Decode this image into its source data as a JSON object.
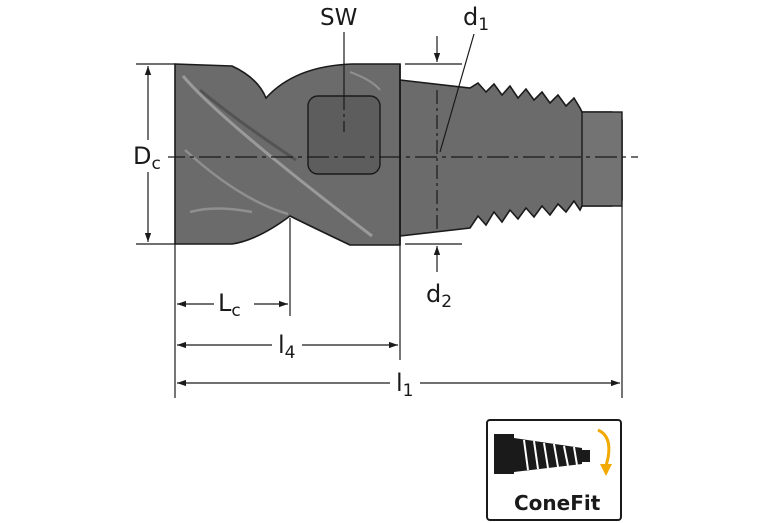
{
  "labels": {
    "sw": "SW",
    "d1": {
      "main": "d",
      "sub": "1"
    },
    "dc": {
      "main": "D",
      "sub": "c"
    },
    "d2": {
      "main": "d",
      "sub": "2"
    },
    "lc": {
      "main": "L",
      "sub": "c"
    },
    "l4": {
      "main": "l",
      "sub": "4"
    },
    "l1": {
      "main": "l",
      "sub": "1"
    }
  },
  "logo": {
    "text": "ConeFit",
    "arrow_color": "#f2a900"
  },
  "colors": {
    "body": "#6b6b6b",
    "body_dark": "#4f4f4f",
    "body_light": "#8a8a8a",
    "line": "#1a1a1a"
  }
}
